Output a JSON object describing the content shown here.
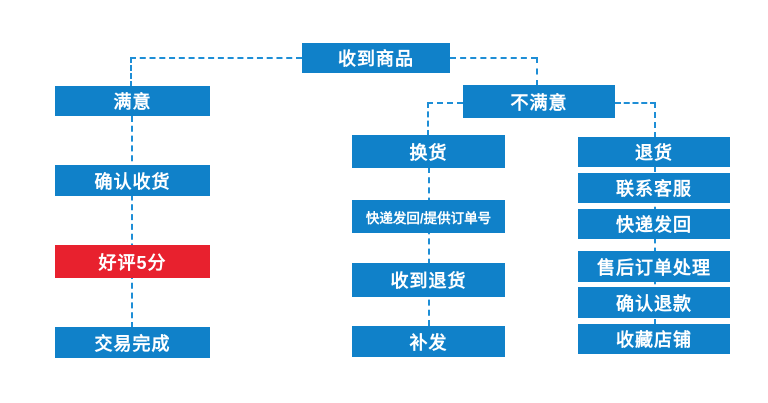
{
  "diagram": {
    "title": "after-sales-flowchart",
    "colors": {
      "box_blue": "#1081c9",
      "box_red": "#e8212e",
      "connector_blue": "#1e8ed6",
      "text": "#ffffff",
      "background": "#ffffff"
    },
    "nodes": {
      "root": "收到商品",
      "satisfied": "满意",
      "confirm_receipt": "确认收货",
      "five_star_review": "好评5分",
      "deal_complete": "交易完成",
      "unsatisfied": "不满意",
      "exchange": "换货",
      "ship_back_with_order": "快递发回/提供订单号",
      "received_return": "收到退货",
      "reship": "补发",
      "return_goods": "退货",
      "contact_service": "联系客服",
      "express_back": "快递发回",
      "aftersale_order": "售后订单处理",
      "confirm_refund": "确认退款",
      "favorite_shop": "收藏店铺"
    },
    "edges": [
      [
        "收到商品",
        "满意"
      ],
      [
        "满意",
        "确认收货"
      ],
      [
        "确认收货",
        "好评5分"
      ],
      [
        "好评5分",
        "交易完成"
      ],
      [
        "收到商品",
        "不满意"
      ],
      [
        "不满意",
        "换货"
      ],
      [
        "换货",
        "快递发回/提供订单号"
      ],
      [
        "快递发回/提供订单号",
        "收到退货"
      ],
      [
        "收到退货",
        "补发"
      ],
      [
        "不满意",
        "退货"
      ],
      [
        "退货",
        "联系客服"
      ],
      [
        "联系客服",
        "快递发回"
      ],
      [
        "快递发回",
        "售后订单处理"
      ],
      [
        "售后订单处理",
        "确认退款"
      ],
      [
        "确认退款",
        "收藏店铺"
      ]
    ]
  }
}
